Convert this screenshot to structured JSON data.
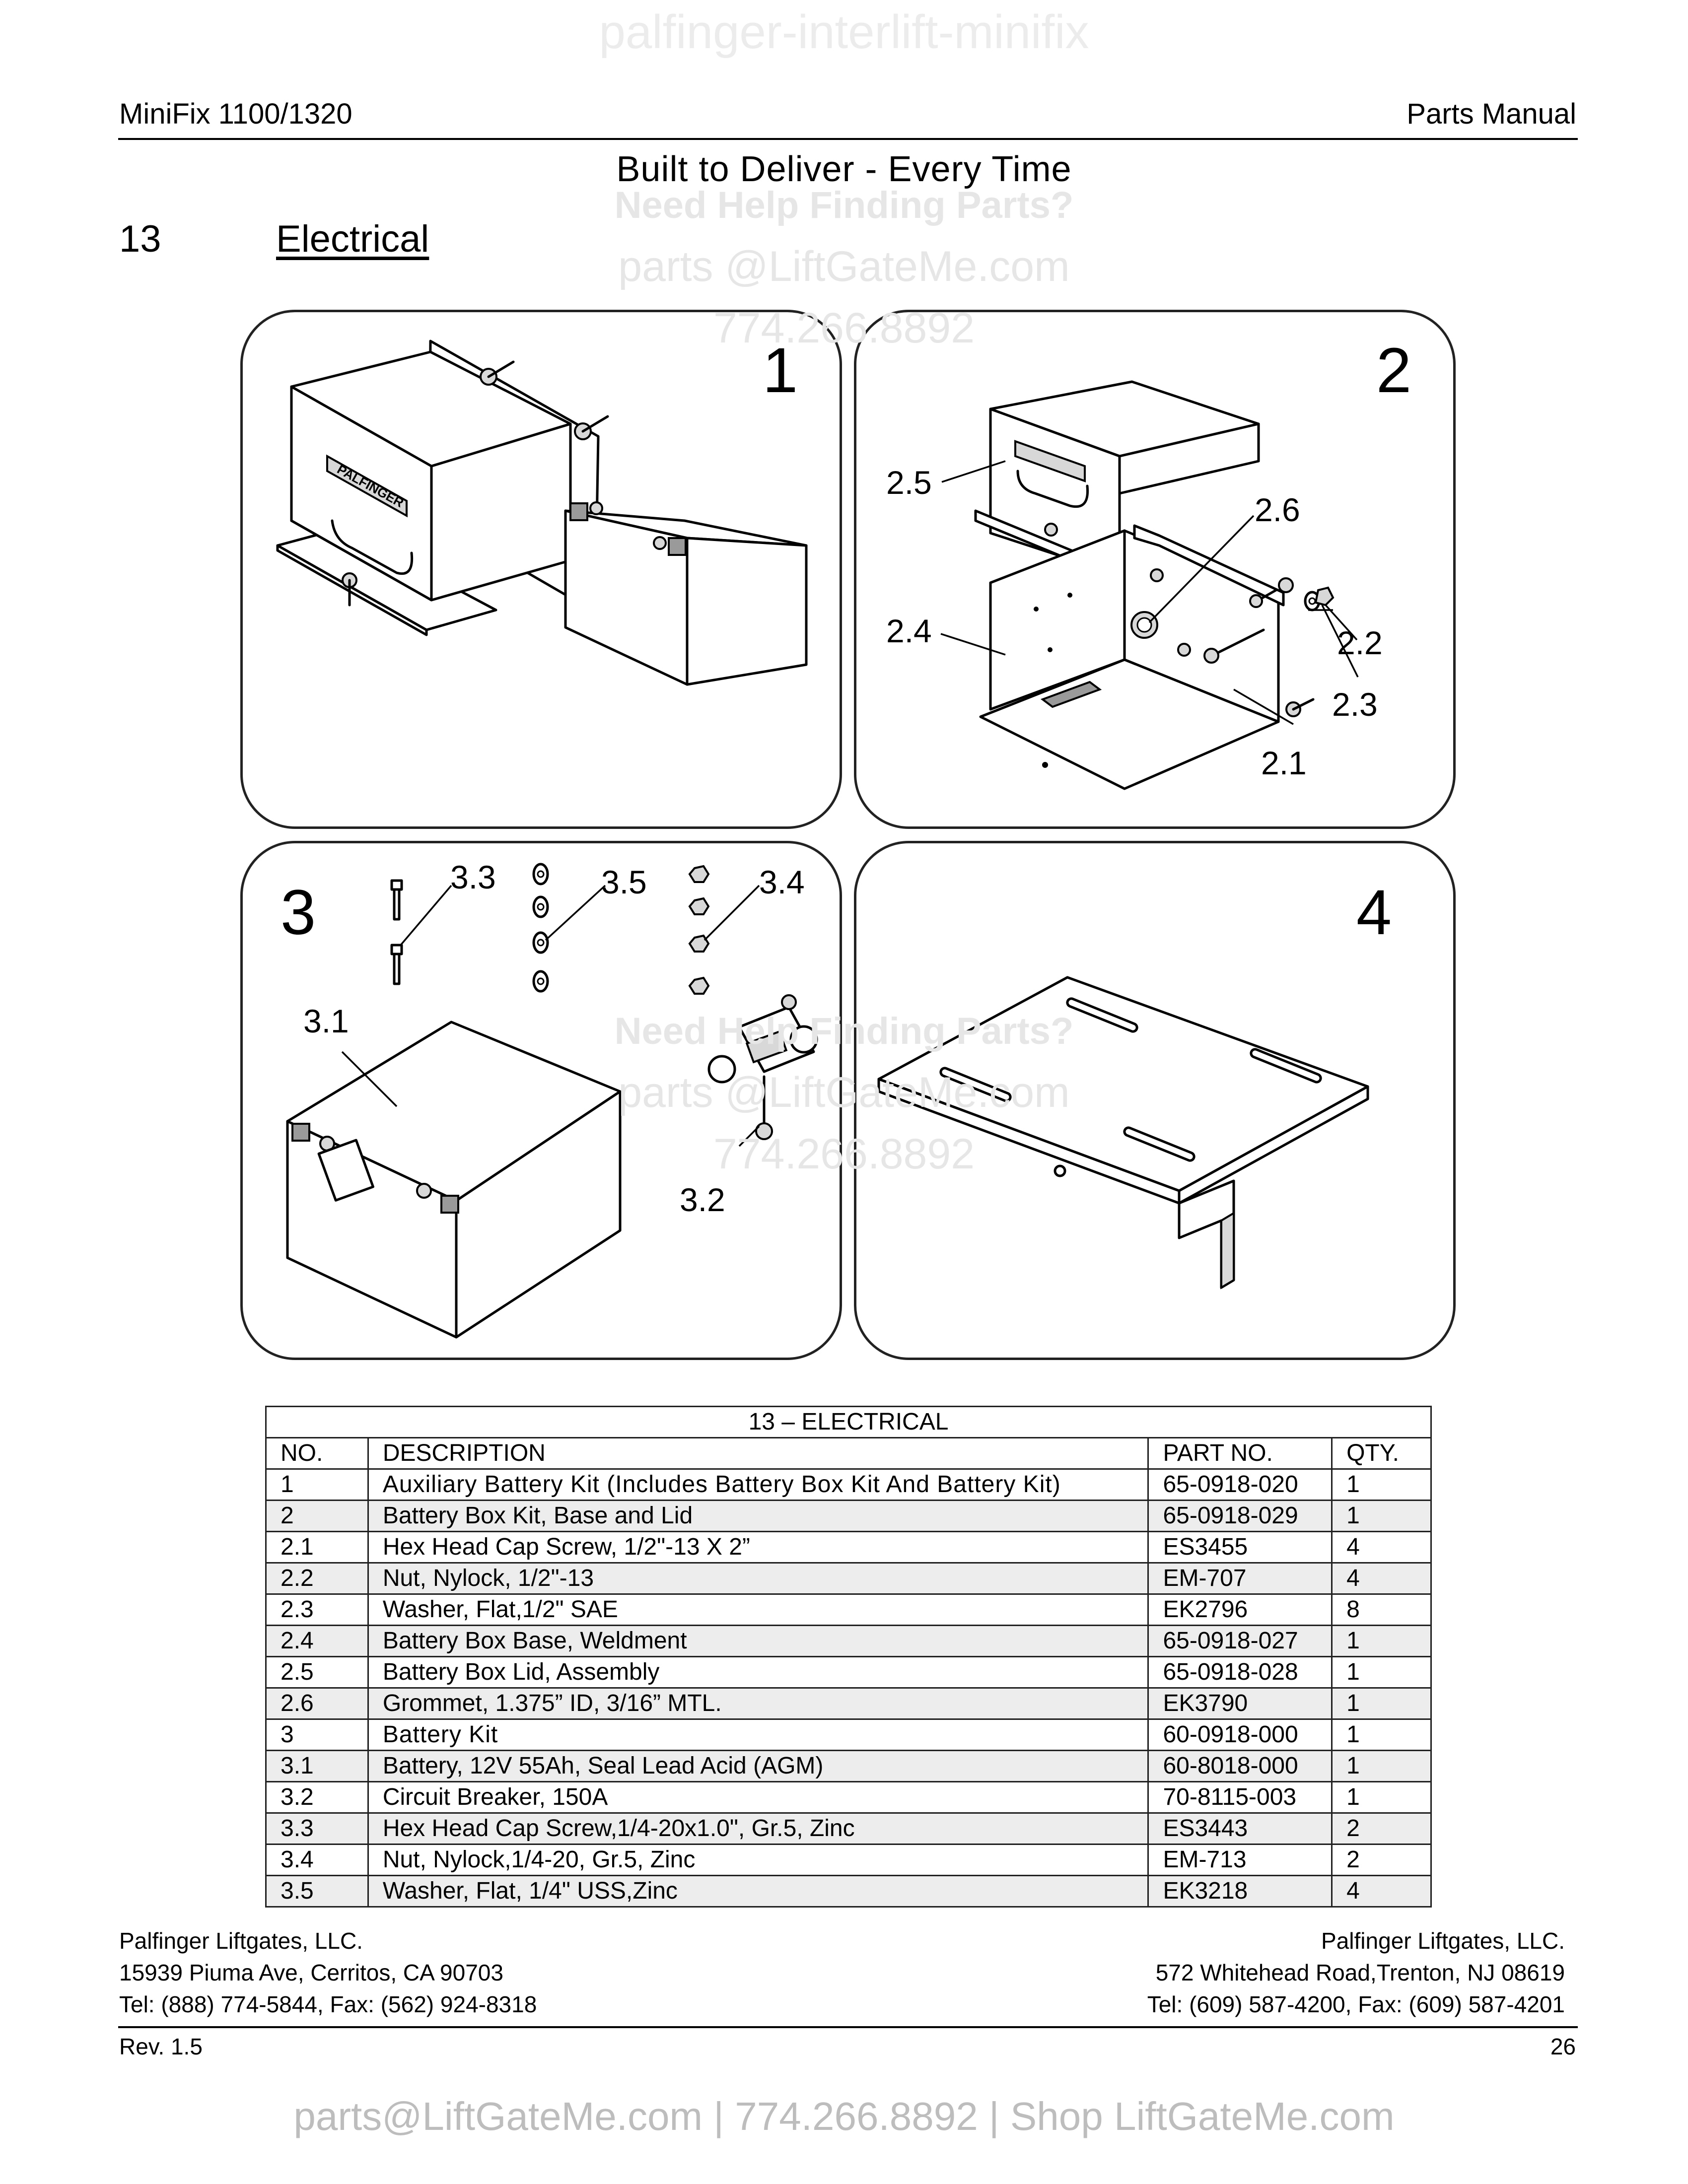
{
  "watermark_top": "palfinger-interlift-minifix",
  "header": {
    "left": "MiniFix 1100/1320",
    "right": "Parts Manual"
  },
  "tagline": "Built to Deliver - Every Time",
  "watermark": {
    "help": "Need Help Finding Parts?",
    "email": "parts @LiftGateMe.com",
    "phone": "774.266.8892"
  },
  "section": {
    "number": "13",
    "title": "Electrical"
  },
  "panels": [
    {
      "number": "1",
      "callouts": []
    },
    {
      "number": "2",
      "callouts": [
        "2.5",
        "2.6",
        "2.4",
        "2.2",
        "2.3",
        "2.1"
      ]
    },
    {
      "number": "3",
      "callouts": [
        "3.3",
        "3.5",
        "3.4",
        "3.1",
        "3.2"
      ]
    },
    {
      "number": "4",
      "callouts": []
    }
  ],
  "brand_label": "PALFINGER",
  "table": {
    "caption": "13 – ELECTRICAL",
    "headers": [
      "NO.",
      "DESCRIPTION",
      "PART NO.",
      "QTY."
    ],
    "rows": [
      [
        "1",
        "Auxiliary Battery Kit (Includes Battery Box Kit And Battery Kit)",
        "65-0918-020",
        "1"
      ],
      [
        "2",
        "Battery Box Kit, Base and Lid",
        "65-0918-029",
        "1"
      ],
      [
        "2.1",
        "Hex Head Cap Screw, 1/2\"-13 X 2”",
        "ES3455",
        "4"
      ],
      [
        "2.2",
        "Nut, Nylock, 1/2\"-13",
        "EM-707",
        "4"
      ],
      [
        "2.3",
        "Washer, Flat,1/2\" SAE",
        "EK2796",
        "8"
      ],
      [
        "2.4",
        "Battery Box Base, Weldment",
        "65-0918-027",
        "1"
      ],
      [
        "2.5",
        "Battery Box Lid, Assembly",
        "65-0918-028",
        "1"
      ],
      [
        "2.6",
        "Grommet, 1.375” ID, 3/16” MTL.",
        "EK3790",
        "1"
      ],
      [
        "3",
        "Battery Kit",
        "60-0918-000",
        "1"
      ],
      [
        "3.1",
        "Battery, 12V 55Ah, Seal Lead Acid (AGM)",
        "60-8018-000",
        "1"
      ],
      [
        "3.2",
        "Circuit Breaker, 150A",
        "70-8115-003",
        "1"
      ],
      [
        "3.3",
        "Hex Head Cap Screw,1/4-20x1.0\", Gr.5, Zinc",
        "ES3443",
        "2"
      ],
      [
        "3.4",
        "Nut, Nylock,1/4-20, Gr.5, Zinc",
        "EM-713",
        "2"
      ],
      [
        "3.5",
        "Washer, Flat, 1/4\" USS,Zinc",
        "EK3218",
        "4"
      ]
    ]
  },
  "footer": {
    "left": [
      "Palfinger Liftgates, LLC.",
      "15939 Piuma Ave, Cerritos, CA 90703",
      "Tel: (888) 774-5844, Fax: (562) 924-8318"
    ],
    "right": [
      "Palfinger Liftgates, LLC.",
      "572 Whitehead Road,Trenton, NJ 08619",
      "Tel: (609) 587-4200, Fax: (609) 587-4201"
    ],
    "rev": "Rev. 1.5",
    "page": "26"
  },
  "contact": "parts@LiftGateMe.com | 774.266.8892 | Shop LiftGateMe.com"
}
